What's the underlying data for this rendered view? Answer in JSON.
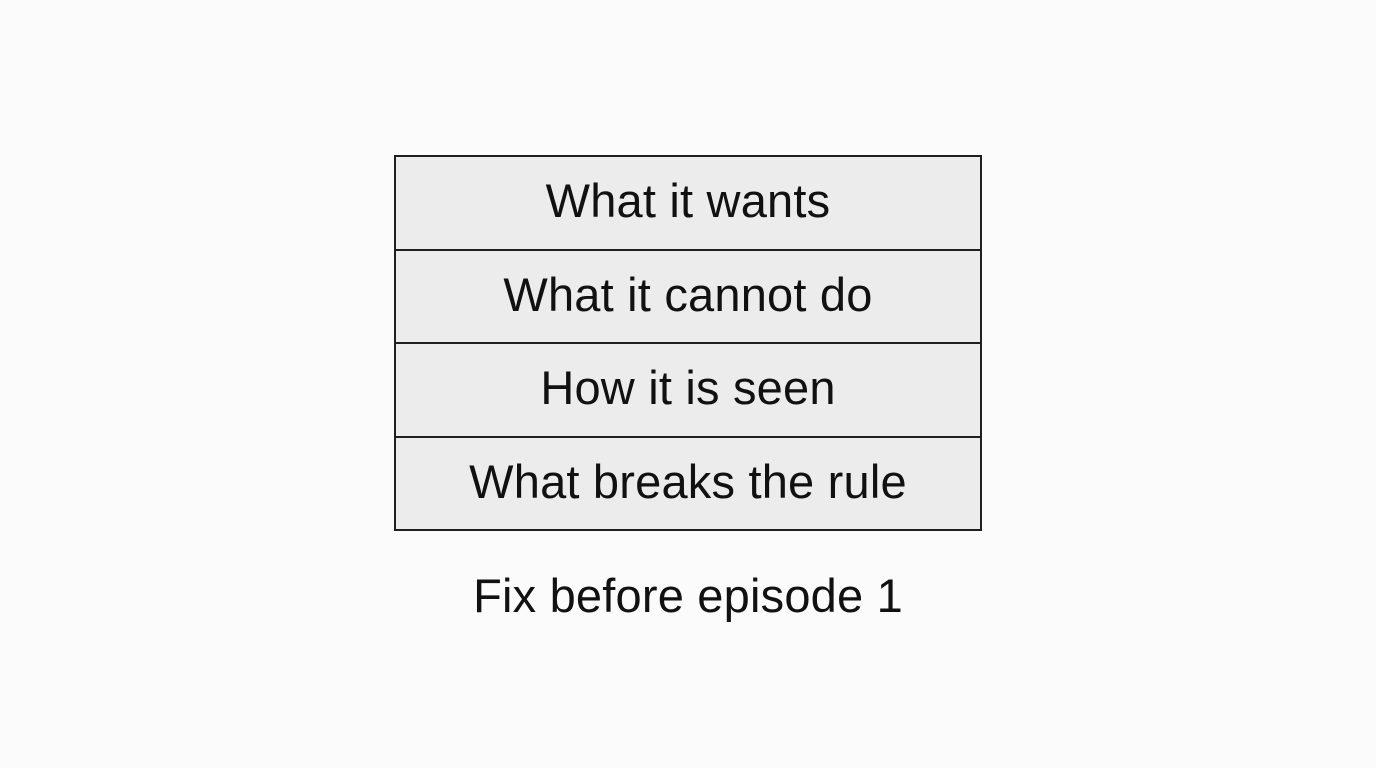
{
  "layers": [
    "What it wants",
    "What it cannot do",
    "How it is seen",
    "What breaks the rule"
  ],
  "caption": "Fix before episode 1",
  "colors": {
    "background": "#fbfbfb",
    "box_fill": "#ececec",
    "border": "#1f1f1f",
    "text": "#111111"
  }
}
